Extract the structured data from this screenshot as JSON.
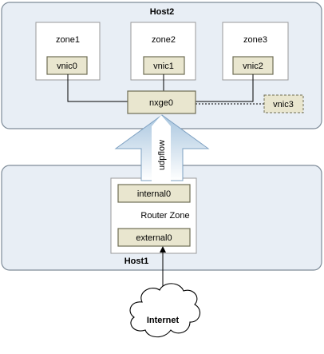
{
  "host2": {
    "title": "Host2",
    "zones": [
      {
        "name": "zone1",
        "vnic": "vnic0"
      },
      {
        "name": "zone2",
        "vnic": "vnic1"
      },
      {
        "name": "zone3",
        "vnic": "vnic2"
      }
    ],
    "nic": "nxge0",
    "extra_vnic": "vnic3"
  },
  "flow": {
    "label": "udpflow"
  },
  "host1": {
    "title": "Host1",
    "router_zone": {
      "label": "Router Zone",
      "internal": "internal0",
      "external": "external0"
    }
  },
  "cloud": {
    "label": "Internet"
  },
  "colors": {
    "host_fill": "#e8eef5",
    "host_stroke": "#7f8c99",
    "vnic_fill": "#e9e6cf",
    "vnic_stroke": "#6f6d55",
    "arrow_fill": "#a9c6df",
    "arrow_stroke": "#6c8eb0"
  }
}
